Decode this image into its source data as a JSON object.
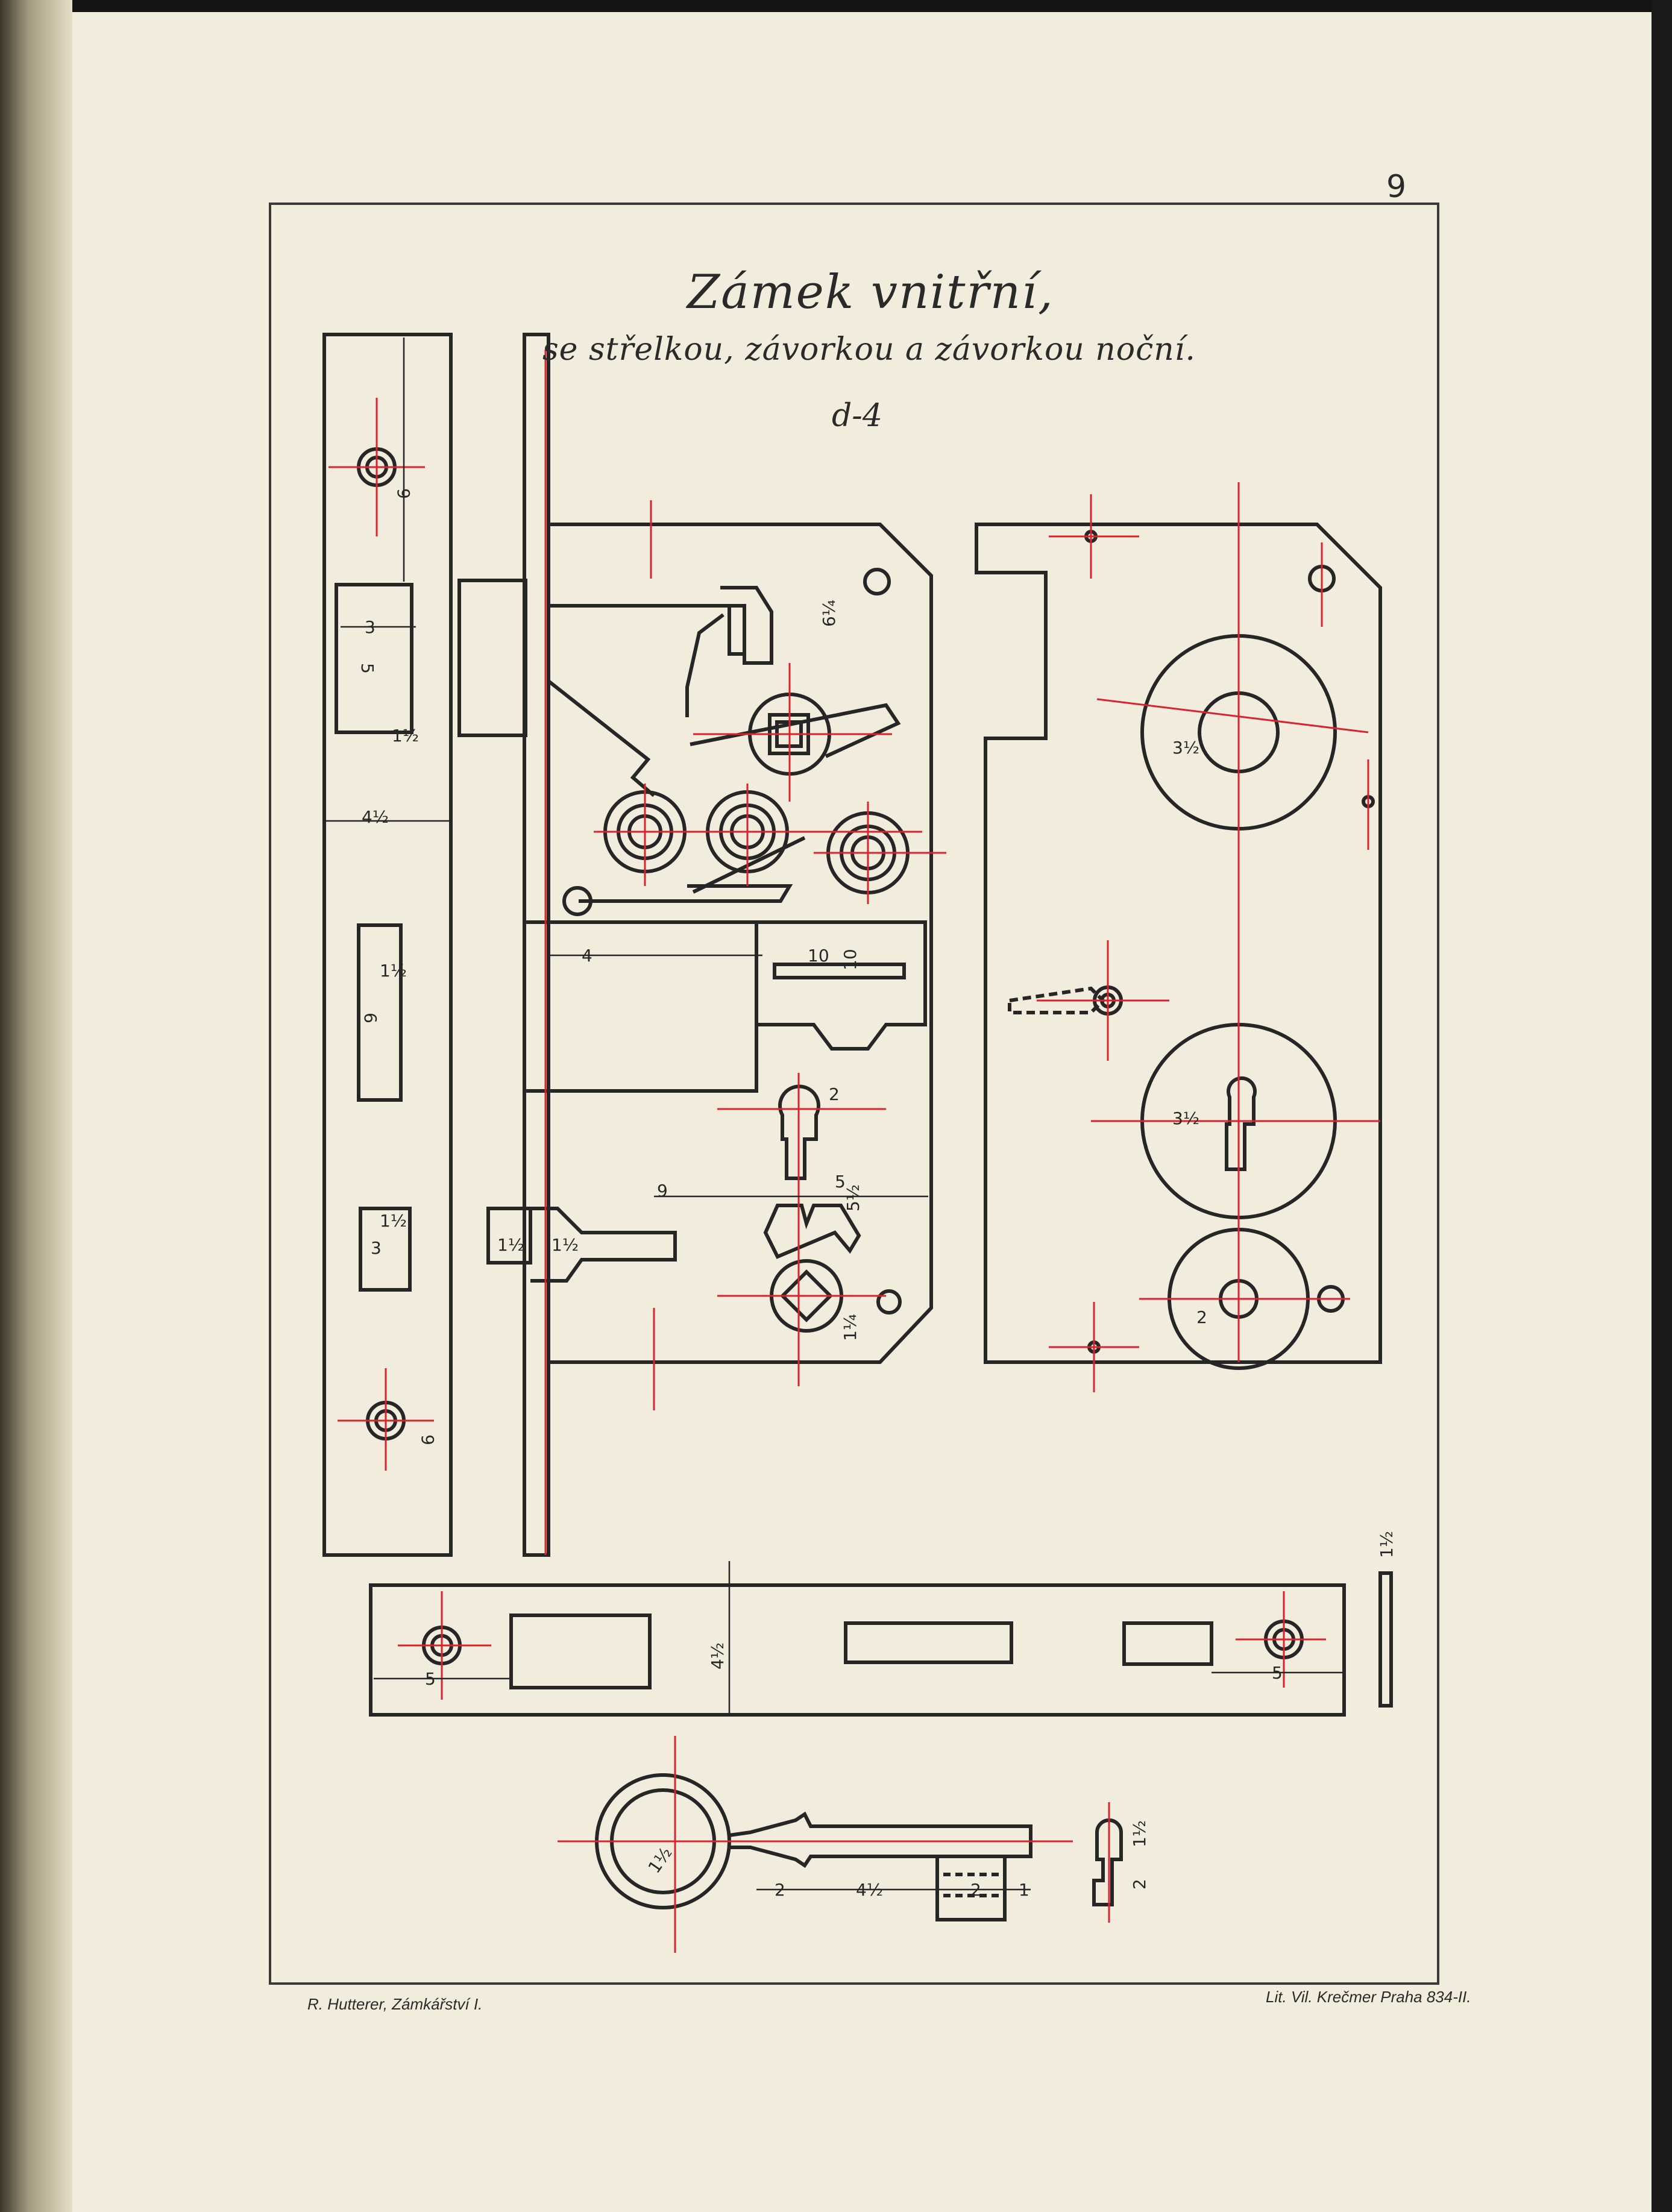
{
  "page": {
    "number": "9",
    "title": "Zámek vnitřní,",
    "subtitle": "se střelkou, závorkou a závorkou noční.",
    "code": "d-4"
  },
  "footer": {
    "left": "R. Hutterer, Zámkářství I.",
    "right": "Lit. Vil. Krečmer Praha 834-II."
  },
  "dimensions": {
    "d_9": "9",
    "d_3": "3",
    "d_5": "5",
    "d_1_1_2": "1½",
    "d_4_1_2": "4½",
    "d_1_1_2b": "1½",
    "d_6": "6",
    "d_1_1_2c": "1½",
    "d_3b": "3",
    "d_9b": "9",
    "d_6_1_4": "6¼",
    "d_4": "4",
    "d_10": "10",
    "d_10b": "10",
    "d_2": "2",
    "d_9c": "9",
    "d_5b": "5",
    "d_5_1_2": "5½",
    "d_1_1_2d": "1½",
    "d_1_1_2e": "1½",
    "d_1_1_4": "1¼",
    "d_3_1_2": "3½",
    "d_3_1_2b": "3½",
    "d_2b": "2",
    "d_5c": "5",
    "d_4_1_2b": "4½",
    "d_5d": "5",
    "d_1_1_2f": "1½",
    "d_1_1_2g": "1½",
    "d_2c": "2",
    "d_4_1_2c": "4½",
    "d_2d": "2",
    "d_1": "1",
    "d_1_1_2h": "1½",
    "d_2e": "2"
  },
  "colors": {
    "paper": "#f1ecdc",
    "ink": "#262626",
    "red": "#d8242f",
    "frame": "#3a3a3a"
  }
}
